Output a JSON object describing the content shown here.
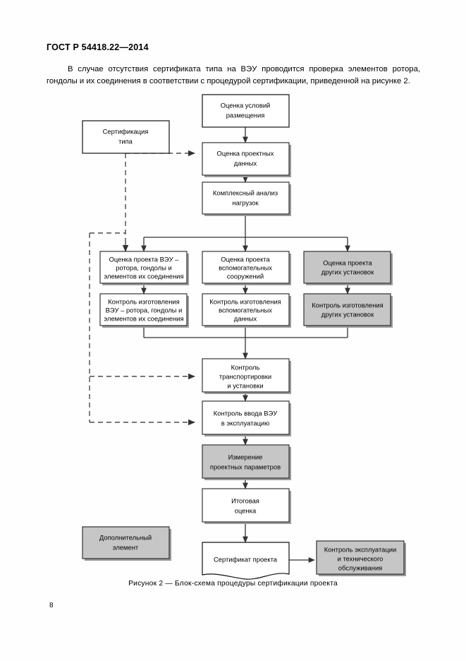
{
  "document": {
    "standard_header": "ГОСТ Р 54418.22—2014",
    "paragraph": "В случае отсутствия сертификата типа на ВЭУ проводится проверка элементов ротора, гондолы и их соединения в соответствии с процедурой сертификации, приведенной на рисунке 2.",
    "figure_caption": "Рисунок 2 — Блок-схема процедуры сертификации проекта",
    "page_number": "8"
  },
  "colors": {
    "shaded_fill": "#c6c6c6",
    "plain_fill": "#ffffff",
    "border": "#222222",
    "connector": "#333333",
    "dashed_connector": "#4a4a4a"
  },
  "flowchart": {
    "type": "flowchart",
    "nodes": [
      {
        "id": "site-conditions",
        "label_lines": [
          "Оценка условий",
          "размещения"
        ],
        "shaded": false,
        "shape": "rect"
      },
      {
        "id": "type-certification",
        "label_lines": [
          "Сертификация",
          "типа"
        ],
        "shaded": false,
        "shape": "rect"
      },
      {
        "id": "design-data",
        "label_lines": [
          "Оценка проектных",
          "данных"
        ],
        "shaded": false,
        "shape": "rect"
      },
      {
        "id": "load-analysis",
        "label_lines": [
          "Комплексный анализ",
          "нагрузок"
        ],
        "shaded": false,
        "shape": "rect"
      },
      {
        "id": "design-wtg",
        "label_lines": [
          "Оценка проекта ВЭУ –",
          "ротора, гондолы и",
          "элементов их соединения"
        ],
        "shaded": false,
        "shape": "rect"
      },
      {
        "id": "design-aux",
        "label_lines": [
          "Оценка проекта",
          "вспомогательных",
          "сооружений"
        ],
        "shaded": false,
        "shape": "rect"
      },
      {
        "id": "design-other",
        "label_lines": [
          "Оценка проекта",
          "других установок"
        ],
        "shaded": true,
        "shape": "rect"
      },
      {
        "id": "manufacture-wtg",
        "label_lines": [
          "Контроль изготовления",
          "ВЭУ – ротора, гондолы и",
          "элементов их соединения"
        ],
        "shaded": false,
        "shape": "rect"
      },
      {
        "id": "manufacture-aux",
        "label_lines": [
          "Контроль изготовления",
          "вспомогательных",
          "данных"
        ],
        "shaded": false,
        "shape": "rect"
      },
      {
        "id": "manufacture-other",
        "label_lines": [
          "Контроль изготовления",
          "других установок"
        ],
        "shaded": true,
        "shape": "rect"
      },
      {
        "id": "transport-install",
        "label_lines": [
          "Контроль",
          "транспортировки",
          "и установки"
        ],
        "shaded": false,
        "shape": "rect"
      },
      {
        "id": "commissioning",
        "label_lines": [
          "Контроль ввода ВЭУ",
          "в эксплуатацию"
        ],
        "shaded": false,
        "shape": "rect"
      },
      {
        "id": "parameter-measure",
        "label_lines": [
          "Измерение",
          "проектных параметров"
        ],
        "shaded": true,
        "shape": "rect"
      },
      {
        "id": "final-evaluation",
        "label_lines": [
          "Итоговая",
          "оценка"
        ],
        "shaded": false,
        "shape": "rect"
      },
      {
        "id": "project-certificate",
        "label_lines": [
          "Сертификат проекта"
        ],
        "shaded": false,
        "shape": "document"
      },
      {
        "id": "operation-maintenance",
        "label_lines": [
          "Контроль эксплуатации",
          "и технического",
          "обслуживания"
        ],
        "shaded": true,
        "shape": "rect"
      },
      {
        "id": "legend-optional",
        "label_lines": [
          "Дополнительный",
          "элемент"
        ],
        "shaded": true,
        "shape": "rect"
      }
    ],
    "edges": [
      {
        "from": "site-conditions",
        "to": "design-data",
        "style": "solid"
      },
      {
        "from": "type-certification",
        "to": "design-data",
        "style": "dashed"
      },
      {
        "from": "design-data",
        "to": "load-analysis",
        "style": "solid"
      },
      {
        "from": "load-analysis",
        "to": "design-wtg",
        "style": "solid"
      },
      {
        "from": "load-analysis",
        "to": "design-aux",
        "style": "solid"
      },
      {
        "from": "load-analysis",
        "to": "design-other",
        "style": "solid"
      },
      {
        "from": "type-certification",
        "to": "design-wtg",
        "style": "dashed"
      },
      {
        "from": "design-wtg",
        "to": "manufacture-wtg",
        "style": "solid"
      },
      {
        "from": "design-aux",
        "to": "manufacture-aux",
        "style": "solid"
      },
      {
        "from": "design-other",
        "to": "manufacture-other",
        "style": "solid"
      },
      {
        "from": "manufacture-wtg",
        "to": "transport-install",
        "style": "solid"
      },
      {
        "from": "manufacture-aux",
        "to": "transport-install",
        "style": "solid"
      },
      {
        "from": "manufacture-other",
        "to": "transport-install",
        "style": "solid"
      },
      {
        "from": "type-certification",
        "to": "transport-install",
        "style": "dashed"
      },
      {
        "from": "transport-install",
        "to": "commissioning",
        "style": "solid"
      },
      {
        "from": "type-certification",
        "to": "commissioning",
        "style": "dashed"
      },
      {
        "from": "commissioning",
        "to": "parameter-measure",
        "style": "solid"
      },
      {
        "from": "parameter-measure",
        "to": "final-evaluation",
        "style": "solid"
      },
      {
        "from": "final-evaluation",
        "to": "project-certificate",
        "style": "solid"
      },
      {
        "from": "project-certificate",
        "to": "operation-maintenance",
        "style": "solid"
      }
    ],
    "legend": {
      "shaded_meaning_label_lines": [
        "Дополнительный",
        "элемент"
      ]
    }
  }
}
